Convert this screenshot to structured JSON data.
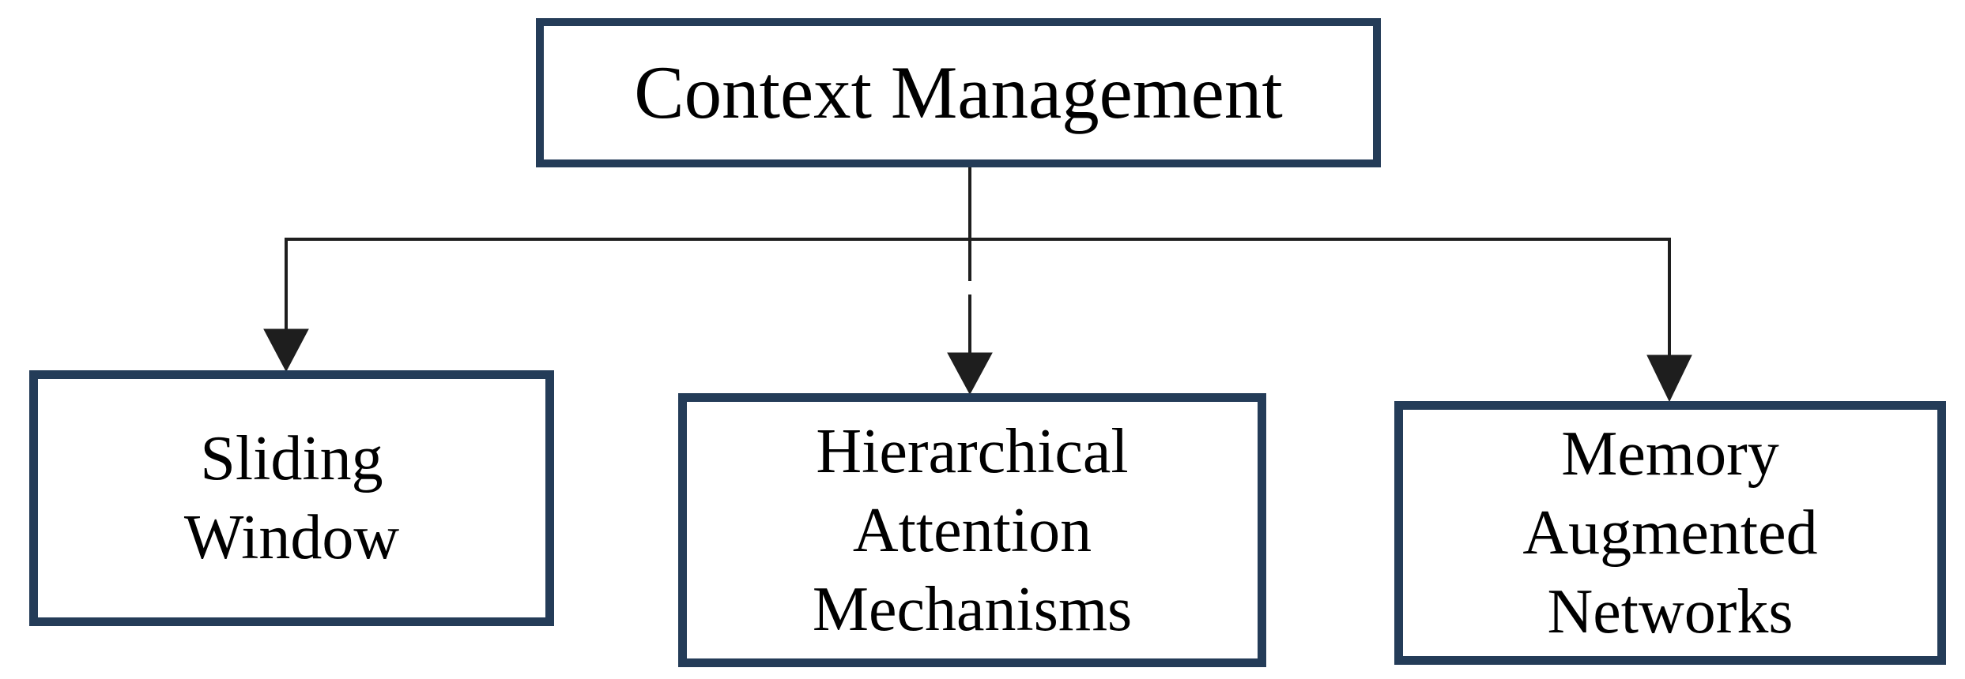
{
  "diagram": {
    "title": "Context Management",
    "children": [
      {
        "label": "Sliding\nWindow"
      },
      {
        "label": "Hierarchical\nAttention\nMechanisms"
      },
      {
        "label": "Memory\nAugmented\nNetworks"
      }
    ]
  },
  "colors": {
    "box_border": "#243c58",
    "box_fill": "#ffffff",
    "connector": "#1e1e1e",
    "text": "#000000",
    "background": "#ffffff"
  }
}
